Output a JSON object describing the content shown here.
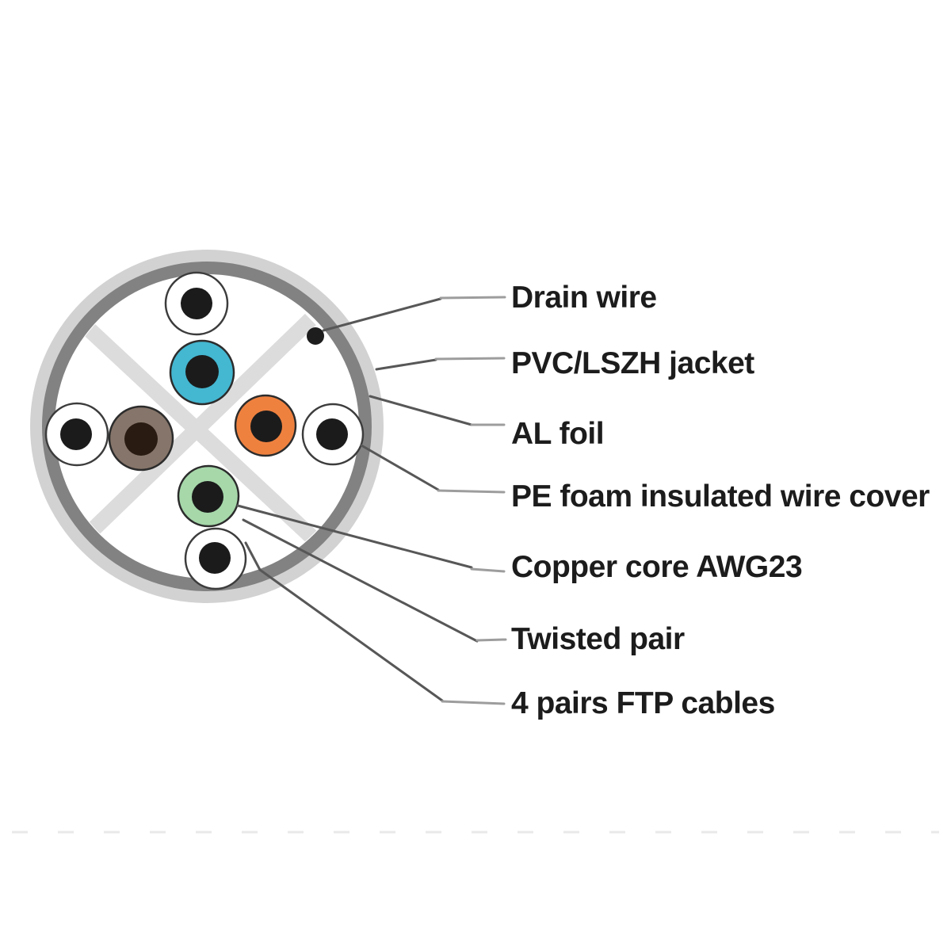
{
  "diagram": {
    "labels": [
      {
        "id": "drain-wire",
        "text": "Drain wire"
      },
      {
        "id": "pvc-lszh-jacket",
        "text": "PVC/LSZH jacket"
      },
      {
        "id": "al-foil",
        "text": "AL foil"
      },
      {
        "id": "pe-foam-insulated-wire-cover",
        "text": "PE foam insulated wire cover"
      },
      {
        "id": "copper-core-awg23",
        "text": "Copper core AWG23"
      },
      {
        "id": "twisted-pair",
        "text": "Twisted pair"
      },
      {
        "id": "four-pairs-ftp-cables",
        "text": "4 pairs FTP cables"
      }
    ],
    "colors": {
      "jacket": "#d2d2d2",
      "al_foil": "#828282",
      "interior": "#ffffff",
      "cross_separator": "#dcdcdc",
      "wire_white": "#ffffff",
      "wire_blue": "#44b7d1",
      "wire_brown": "#86756a",
      "wire_orange": "#ef813f",
      "wire_green": "#a6d8aa",
      "copper_core": "#1b1b1b",
      "brown_core": "#291b12",
      "drain_wire": "#1d1d1d"
    }
  }
}
